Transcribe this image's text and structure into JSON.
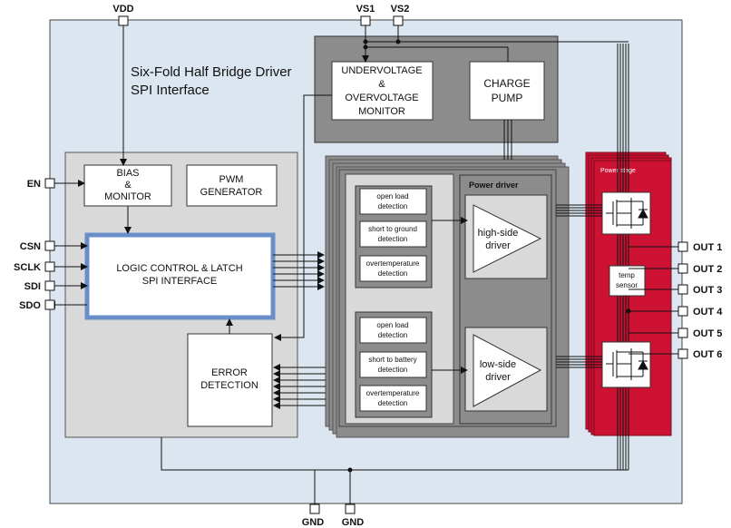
{
  "diagram": {
    "title_line1": "Six-Fold Half Bridge Driver",
    "title_line2": "SPI Interface",
    "pins": {
      "vdd": "VDD",
      "vs1": "VS1",
      "vs2": "VS2",
      "en": "EN",
      "csn": "CSN",
      "sclk": "SCLK",
      "sdi": "SDI",
      "sdo": "SDO",
      "gnd1": "GND",
      "gnd2": "GND",
      "out1": "OUT 1",
      "out2": "OUT 2",
      "out3": "OUT 3",
      "out4": "OUT 4",
      "out5": "OUT 5",
      "out6": "OUT 6"
    },
    "blocks": {
      "uv_line1": "UNDERVOLTAGE",
      "uv_line2": "&",
      "uv_line3": "OVERVOLTAGE",
      "uv_line4": "MONITOR",
      "cp_line1": "CHARGE",
      "cp_line2": "PUMP",
      "bias_line1": "BIAS",
      "bias_line2": "&",
      "bias_line3": "MONITOR",
      "pwm_line1": "PWM",
      "pwm_line2": "GENERATOR",
      "logic_line1": "LOGIC CONTROL & LATCH",
      "logic_line2": "SPI INTERFACE",
      "error_line1": "ERROR",
      "error_line2": "DETECTION",
      "power_driver": "Power driver",
      "hs_line1": "high-side",
      "hs_line2": "driver",
      "ls_line1": "low-side",
      "ls_line2": "driver",
      "power_stage": "Power stage",
      "temp_line1": "temp",
      "temp_line2": "sensor"
    },
    "detection_top": [
      {
        "line1": "open load",
        "line2": "detection"
      },
      {
        "line1": "short to ground",
        "line2": "detection"
      },
      {
        "line1": "overtemperature",
        "line2": "detection"
      }
    ],
    "detection_bottom": [
      {
        "line1": "open load",
        "line2": "detection"
      },
      {
        "line1": "short to battery",
        "line2": "detection"
      },
      {
        "line1": "overtemperature",
        "line2": "detection"
      }
    ],
    "colors": {
      "chip_bg": "#dce6f0",
      "logic_border": "#6a8fc8",
      "power_stage": "#cc1133",
      "dark_block": "#8c8c8c",
      "gray_block": "#d9d9d9"
    }
  }
}
